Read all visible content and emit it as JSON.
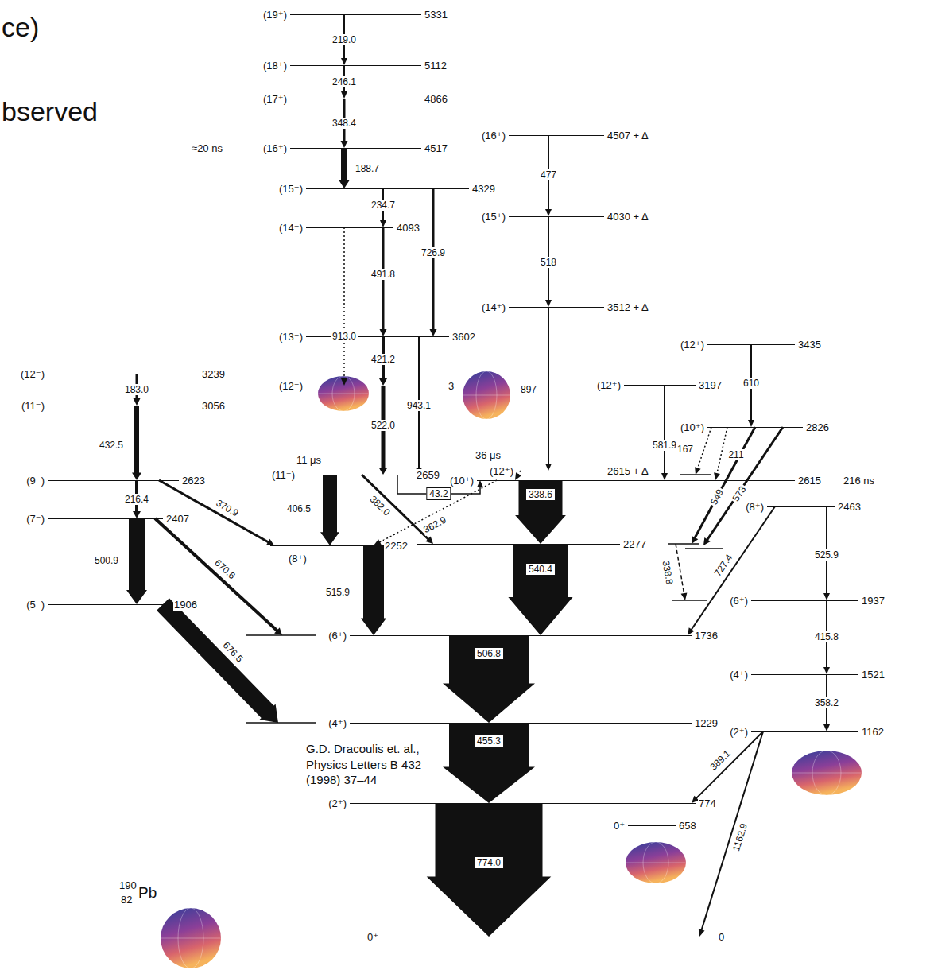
{
  "diagram": {
    "nodes": [
      {
        "text": [
          "(19⁺)",
          "5331"
        ]
      },
      {
        "text": [
          "(18⁺)",
          "5112"
        ]
      },
      {
        "text": [
          "(17⁺)",
          "4866"
        ]
      },
      {
        "text": [
          "(16⁺)",
          "4507 + Δ"
        ]
      },
      {
        "text": [
          "(16⁺)",
          "4517",
          "≈20 ns"
        ]
      },
      {
        "text": [
          "(15⁻)",
          "4329"
        ]
      },
      {
        "text": [
          "(15⁺)",
          "4030 + Δ"
        ]
      },
      {
        "text": [
          "(14⁻)",
          "4093"
        ]
      },
      {
        "text": [
          "(14⁺)",
          "3512 + Δ"
        ]
      },
      {
        "text": [
          "(13⁻)",
          "3602"
        ]
      },
      {
        "text": [
          "(12⁺)",
          "3435"
        ]
      },
      {
        "text": [
          "(12⁻)",
          "3239"
        ]
      },
      {
        "text": [
          "(12⁺)",
          "3197"
        ]
      },
      {
        "text": [
          "(12⁻)",
          "3"
        ]
      },
      {
        "text": [
          "(11⁻)",
          "3056"
        ]
      },
      {
        "text": [
          "(10⁺)",
          "2826"
        ]
      },
      {
        "text": [
          "(11⁻)",
          "2659",
          "11 μs"
        ]
      },
      {
        "text": [
          "(12⁺)",
          "2615 + Δ",
          "36 μs"
        ]
      },
      {
        "text": [
          "(9⁻)",
          "2623"
        ]
      },
      {
        "text": [
          "(10⁺)",
          "2615",
          "216 ns"
        ]
      },
      {
        "text": [
          "(8⁺)",
          "2463"
        ]
      },
      {
        "text": [
          "(7⁻)",
          "2407"
        ]
      },
      {
        "text": [
          "(8⁺)",
          "2252"
        ]
      },
      {
        "text": [
          "2277"
        ]
      },
      {
        "text": [
          "(5⁻)",
          "1906"
        ]
      },
      {
        "text": [
          "(6⁺)",
          "1937"
        ]
      },
      {
        "text": [
          "(6⁺)",
          "1736"
        ]
      },
      {
        "text": [
          "(4⁺)",
          "1521"
        ]
      },
      {
        "text": [
          "(4⁺)",
          "1229"
        ]
      },
      {
        "text": [
          "(2⁺)",
          "1162"
        ]
      },
      {
        "text": [
          "(2⁺)",
          "774"
        ]
      },
      {
        "text": [
          "0⁺",
          "658"
        ]
      },
      {
        "text": [
          "0⁺",
          "0"
        ]
      }
    ],
    "edges": [
      {
        "from": 0,
        "to": 1,
        "label": "219.0",
        "arrow": "to"
      },
      {
        "from": 1,
        "to": 2,
        "label": "246.1",
        "arrow": "to"
      },
      {
        "from": 2,
        "to": 4,
        "label": "348.4",
        "arrow": "to"
      },
      {
        "from": 4,
        "to": 5,
        "label": "188.7",
        "arrow": "to"
      },
      {
        "from": 5,
        "to": 7,
        "label": "234.7",
        "arrow": "to"
      },
      {
        "from": 5,
        "to": 9,
        "label": "726.9",
        "arrow": "to"
      },
      {
        "from": 7,
        "to": 9,
        "label": "491.8",
        "arrow": "to"
      },
      {
        "from": 7,
        "to": 13,
        "label": "913.0",
        "arrow": "to"
      },
      {
        "from": 9,
        "to": 13,
        "label": "421.2",
        "arrow": "to"
      },
      {
        "from": 9,
        "to": 16,
        "label": "943.1",
        "arrow": "to"
      },
      {
        "from": 13,
        "to": 16,
        "label": "522.0",
        "arrow": "to"
      },
      {
        "from": 16,
        "to": 19,
        "label": "43.2",
        "arrow": "to"
      },
      {
        "from": 16,
        "to": 22,
        "label": "406.5",
        "arrow": "to"
      },
      {
        "from": 16,
        "to": 23,
        "label": "382.0",
        "arrow": "to"
      },
      {
        "from": 19,
        "to": 22,
        "label": "362.9",
        "arrow": "to"
      },
      {
        "from": 19,
        "to": 23,
        "label": "338.6",
        "arrow": "to"
      },
      {
        "from": 22,
        "to": 26,
        "label": "515.9",
        "arrow": "to"
      },
      {
        "from": 23,
        "to": 26,
        "label": "540.4",
        "arrow": "to"
      },
      {
        "from": 26,
        "to": 28,
        "label": "506.8",
        "arrow": "to"
      },
      {
        "from": 28,
        "to": 30,
        "label": "455.3",
        "arrow": "to"
      },
      {
        "from": 30,
        "to": 32,
        "label": "774.0",
        "arrow": "to"
      },
      {
        "from": 11,
        "to": 14,
        "label": "183.0",
        "arrow": "to"
      },
      {
        "from": 14,
        "to": 18,
        "label": "432.5",
        "arrow": "to"
      },
      {
        "from": 18,
        "to": 21,
        "label": "216.4",
        "arrow": "to"
      },
      {
        "from": 18,
        "to": 22,
        "label": "370.9",
        "arrow": "to"
      },
      {
        "from": 21,
        "to": 24,
        "label": "500.9",
        "arrow": "to"
      },
      {
        "from": 21,
        "to": 26,
        "label": "670.6",
        "arrow": "to"
      },
      {
        "from": 24,
        "to": 28,
        "label": "676.5",
        "arrow": "to"
      },
      {
        "from": 3,
        "to": 6,
        "label": "477",
        "arrow": "to"
      },
      {
        "from": 6,
        "to": 8,
        "label": "518",
        "arrow": "to"
      },
      {
        "from": 8,
        "to": 17,
        "label": "897",
        "arrow": "to"
      },
      {
        "from": 12,
        "to": 19,
        "label": "581.9",
        "arrow": "to"
      },
      {
        "from": 10,
        "to": 15,
        "label": "610",
        "arrow": "to"
      },
      {
        "from": 15,
        "to": 16,
        "label": "167",
        "arrow": "to"
      },
      {
        "from": 15,
        "to": 19,
        "label": "211",
        "arrow": "to"
      },
      {
        "from": 15,
        "to": 23,
        "label": "549",
        "arrow": "to"
      },
      {
        "from": 15,
        "to": 22,
        "label": "573",
        "arrow": "to"
      },
      {
        "from": 23,
        "to": 25,
        "label": "338.8",
        "arrow": "to"
      },
      {
        "from": 20,
        "to": 26,
        "label": "727.4",
        "arrow": "to"
      },
      {
        "from": 20,
        "to": 25,
        "label": "525.9",
        "arrow": "to"
      },
      {
        "from": 25,
        "to": 27,
        "label": "415.8",
        "arrow": "to"
      },
      {
        "from": 27,
        "to": 29,
        "label": "358.2",
        "arrow": "to"
      },
      {
        "from": 29,
        "to": 30,
        "label": "389.1",
        "arrow": "to"
      },
      {
        "from": 29,
        "to": 32,
        "label": "1162.9",
        "arrow": "to"
      },
      {
        "from": 17,
        "to": 19,
        "arrow": "to"
      }
    ],
    "labels": [
      "ce)",
      "bserved",
      "G.D. Dracoulis et. al., Physics Letters B 432 (1998) 37–44",
      "190",
      "82",
      "Pb"
    ]
  }
}
